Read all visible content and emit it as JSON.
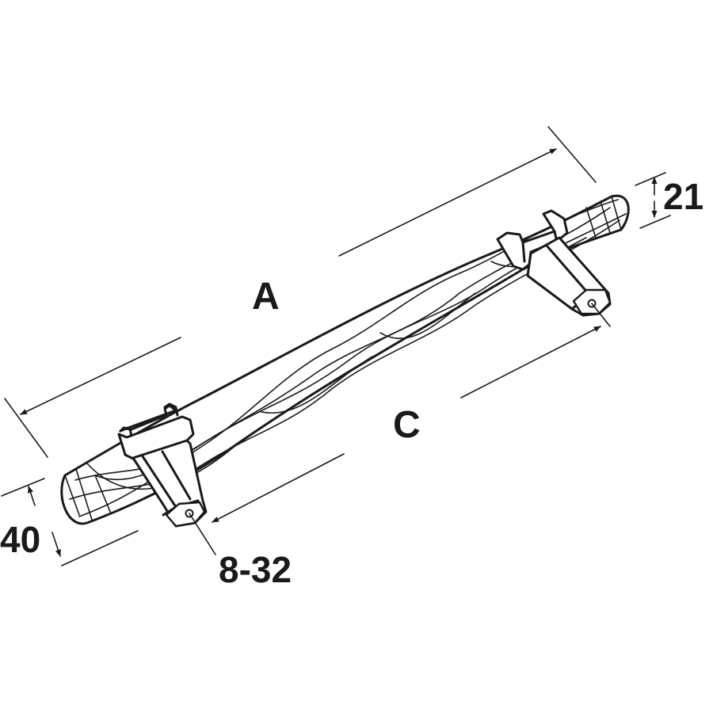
{
  "labels": {
    "overall_length": "A",
    "centres": "C",
    "height": "40",
    "diameter": "21",
    "thread": "8-32"
  },
  "colors": {
    "line": "#1a1a1a",
    "fill": "#ffffff"
  }
}
